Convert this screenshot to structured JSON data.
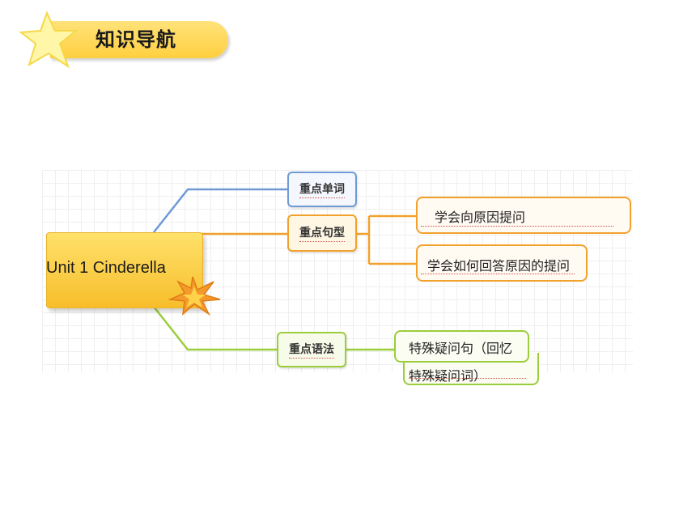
{
  "header": {
    "title": "知识导航",
    "icon": "star-icon"
  },
  "mindmap": {
    "root": "Unit 1 Cinderella",
    "branches": [
      {
        "label": "重点单词",
        "color": "#6f9ad6",
        "children": []
      },
      {
        "label": "重点句型",
        "color": "#f3a12d",
        "children": [
          "学会向原因提问",
          "学会如何回答原因的提问"
        ]
      },
      {
        "label": "重点语法",
        "color": "#9ccd3b",
        "children_lines": [
          "特殊疑问句（回忆",
          "特殊疑问词）"
        ]
      }
    ]
  },
  "colors": {
    "header_yellow": "#ffcf3f",
    "root_yellow": "#f7be2b",
    "blue_branch": "#6f9ad6",
    "orange_branch": "#f3a12d",
    "green_branch": "#9ccd3b"
  }
}
